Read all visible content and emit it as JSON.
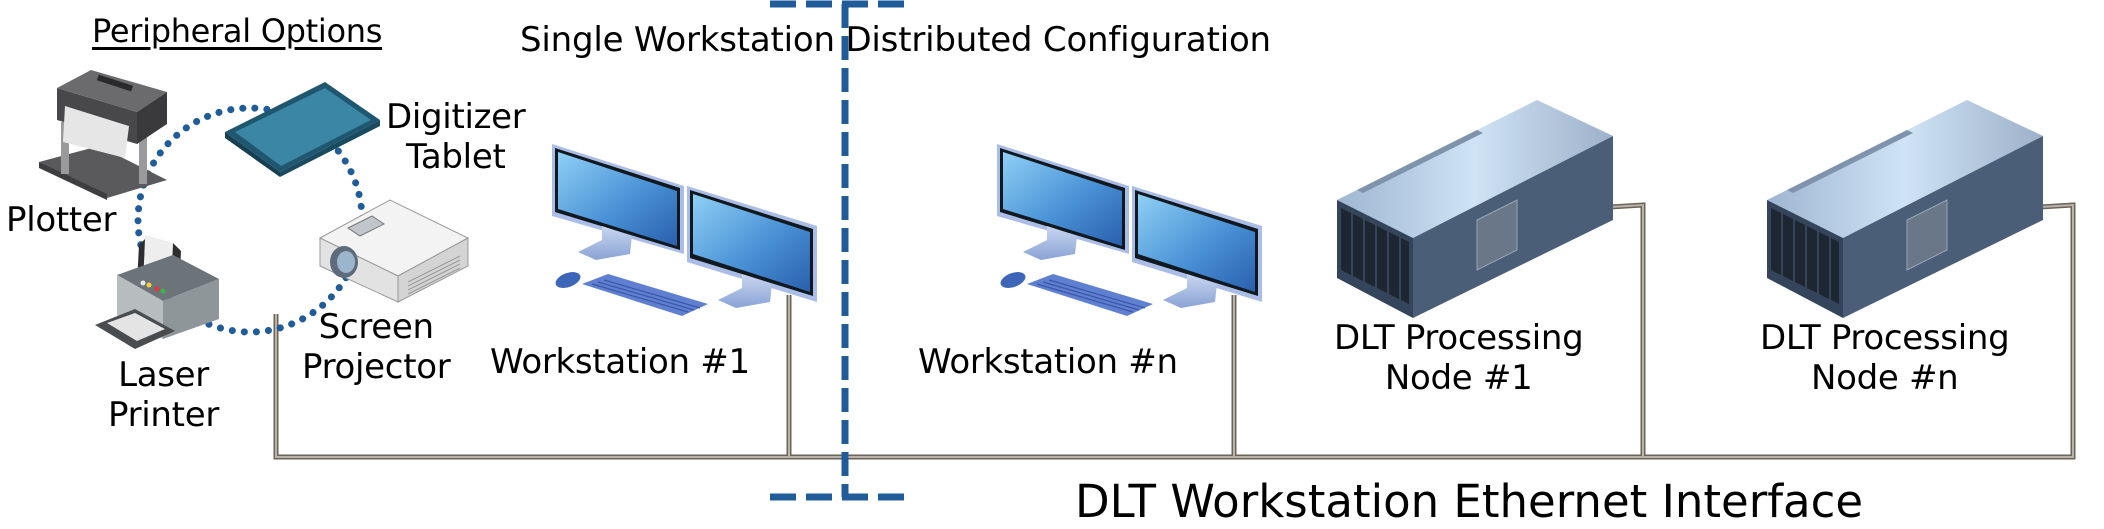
{
  "diagram": {
    "peripheral_title": "Peripheral Options",
    "single_title": "Single Workstation",
    "distributed_title": "Distributed Configuration",
    "bus_title": "DLT Workstation Ethernet Interface",
    "peripherals": [
      {
        "label_1": "Plotter",
        "icon": "plotter-icon"
      },
      {
        "label_1": "Digitizer",
        "label_2": "Tablet",
        "icon": "tablet-icon"
      },
      {
        "label_1": "Laser",
        "label_2": "Printer",
        "icon": "printer-icon"
      },
      {
        "label_1": "Screen",
        "label_2": "Projector",
        "icon": "projector-icon"
      }
    ],
    "workstations": [
      {
        "label": "Workstation #1",
        "icon": "dual-monitor-workstation-icon"
      },
      {
        "label": "Workstation #n",
        "icon": "dual-monitor-workstation-icon"
      }
    ],
    "nodes": [
      {
        "label_1": "DLT Processing",
        "label_2": "Node #1",
        "icon": "rack-server-icon"
      },
      {
        "label_1": "DLT Processing",
        "label_2": "Node #n",
        "icon": "rack-server-icon"
      }
    ],
    "colors": {
      "divider": "#1f5c99",
      "peripheral_link": "#1f5c99",
      "cable": "#6b6458",
      "cable_fill": "#a8a29a",
      "monitor_screen": "#3b7fd0",
      "server_body": "#4a5b73",
      "tablet": "#2f7f9c"
    }
  }
}
